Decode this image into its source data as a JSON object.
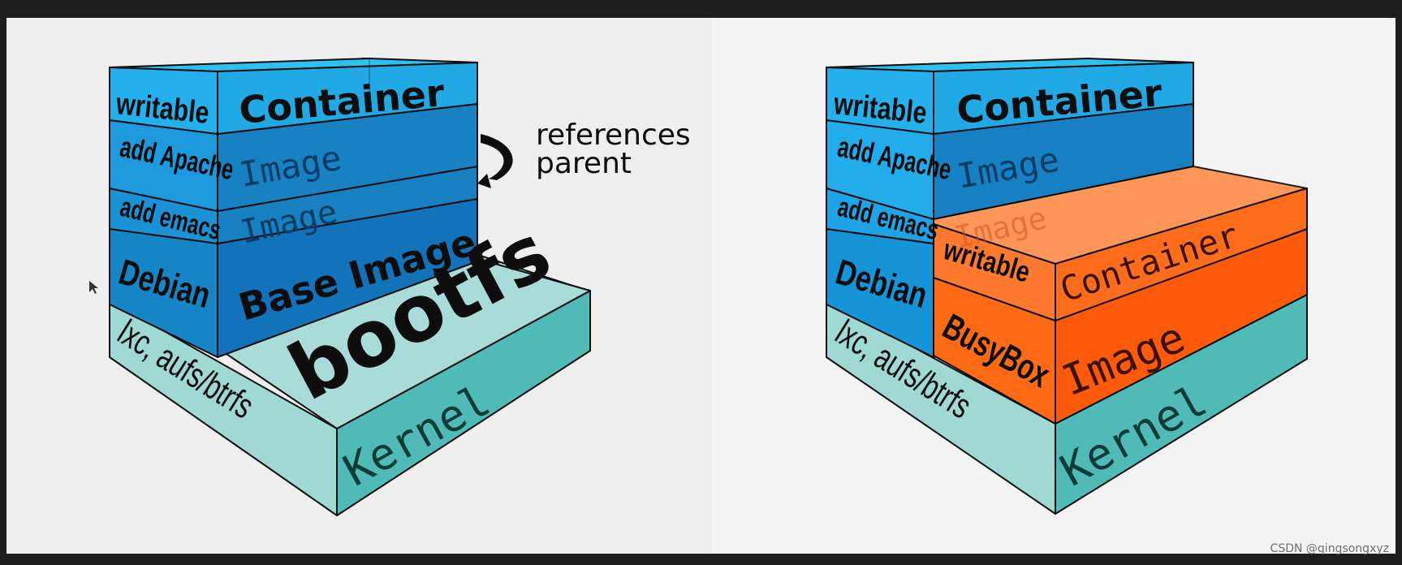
{
  "left_diagram": {
    "row_labels": {
      "writable": "writable",
      "add_apache": "add Apache",
      "add_emacs": "add emacs",
      "debian": "Debian",
      "kernel_host": "lxc, aufs/btrfs"
    },
    "layer_labels": {
      "container": "Container",
      "image_apache": "Image",
      "image_emacs": "Image",
      "base_image": "Base Image",
      "bootfs": "bootfs",
      "kernel": "Kernel"
    },
    "annotation": {
      "line1": "references",
      "line2": "parent"
    }
  },
  "right_diagram": {
    "row_labels": {
      "writable": "writable",
      "add_apache": "add Apache",
      "add_emacs": "add emacs",
      "debian": "Debian",
      "kernel_host": "lxc, aufs/btrfs",
      "writable_busybox": "writable",
      "busybox": "BusyBox"
    },
    "layer_labels": {
      "container": "Container",
      "image_apache": "Image",
      "image_emacs": "Image",
      "container_busybox": "Container",
      "image_busybox": "Image",
      "kernel": "Kernel"
    }
  },
  "watermark": "CSDN @qingsongxyz",
  "colors": {
    "frame": "#1e1e1e",
    "left_panel_bg": "#efefef",
    "right_panel_bg": "#f4f4f4",
    "light_blue": "#23aeea",
    "mid_blue": "#1d8fd4",
    "dark_blue": "#1273ba",
    "teal_light": "#a3d9d6",
    "teal": "#58bfbb",
    "orange": "#ff6a14",
    "orange_light": "#ff8d4c",
    "outline": "#0d0d0d"
  }
}
